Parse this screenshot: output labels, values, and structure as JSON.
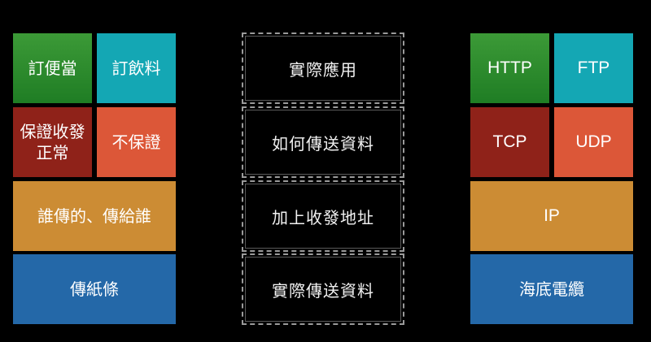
{
  "left_column": {
    "order_lunch": "訂便當",
    "order_drink": "訂飲料",
    "reliable_line1": "保證收發",
    "reliable_line2": "正常",
    "unreliable": "不保證",
    "who_to_whom": "誰傳的、傳給誰",
    "pass_note": "傳紙條"
  },
  "middle_column": {
    "application": "實際應用",
    "how_to_send": "如何傳送資料",
    "add_address": "加上收發地址",
    "transmit": "實際傳送資料"
  },
  "right_column": {
    "http": "HTTP",
    "ftp": "FTP",
    "tcp": "TCP",
    "udp": "UDP",
    "ip": "IP",
    "cable": "海底電纜"
  },
  "colors": {
    "green": "#2e8b2e",
    "teal": "#14a7b4",
    "dark_red": "#8f2219",
    "orange_red": "#dc5738",
    "gold": "#cc8c34",
    "blue": "#2468a8"
  }
}
